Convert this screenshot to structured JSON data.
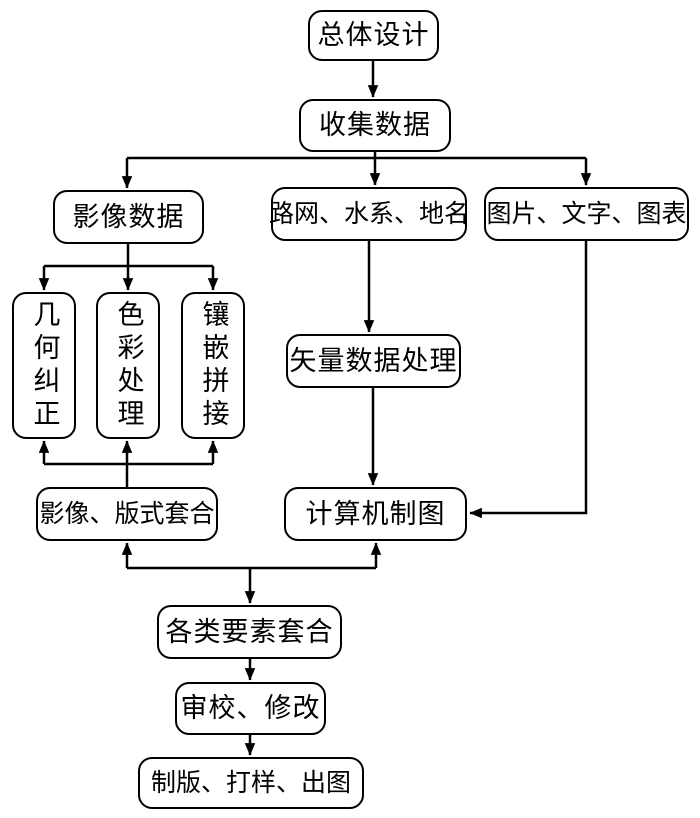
{
  "diagram": {
    "type": "flowchart",
    "background_color": "#ffffff",
    "line_color": "#000000",
    "box_fill": "#ffffff",
    "text_color": "#000000",
    "nodes": {
      "overall_design": {
        "label": "总体设计"
      },
      "collect_data": {
        "label": "收集数据"
      },
      "image_data": {
        "label": "影像数据"
      },
      "road_water_place": {
        "label": "路网、水系、地名"
      },
      "pic_text_chart": {
        "label": "图片、文字、图表"
      },
      "geometric_correction": {
        "label": "几何纠正"
      },
      "color_processing": {
        "label": "色彩处理"
      },
      "mosaic_stitching": {
        "label": "镶嵌拼接"
      },
      "vector_data_processing": {
        "label": "矢量数据处理"
      },
      "image_layout_overlay": {
        "label": "影像、版式套合"
      },
      "computer_mapping": {
        "label": "计算机制图"
      },
      "elements_overlay": {
        "label": "各类要素套合"
      },
      "review_modify": {
        "label": "审校、修改"
      },
      "plate_proof_output": {
        "label": "制版、打样、出图"
      }
    },
    "edges": [
      {
        "from": "overall_design",
        "to": "collect_data"
      },
      {
        "from": "collect_data",
        "to": "image_data"
      },
      {
        "from": "collect_data",
        "to": "road_water_place"
      },
      {
        "from": "collect_data",
        "to": "pic_text_chart"
      },
      {
        "from": "image_data",
        "to": "geometric_correction"
      },
      {
        "from": "image_data",
        "to": "color_processing"
      },
      {
        "from": "image_data",
        "to": "mosaic_stitching"
      },
      {
        "from": "image_layout_overlay",
        "to": "geometric_correction"
      },
      {
        "from": "image_layout_overlay",
        "to": "color_processing"
      },
      {
        "from": "image_layout_overlay",
        "to": "mosaic_stitching"
      },
      {
        "from": "road_water_place",
        "to": "vector_data_processing"
      },
      {
        "from": "vector_data_processing",
        "to": "computer_mapping"
      },
      {
        "from": "pic_text_chart",
        "to": "computer_mapping"
      },
      {
        "from": "junction",
        "to": "image_layout_overlay"
      },
      {
        "from": "junction",
        "to": "computer_mapping"
      },
      {
        "from": "junction",
        "to": "elements_overlay"
      },
      {
        "from": "elements_overlay",
        "to": "review_modify"
      },
      {
        "from": "review_modify",
        "to": "plate_proof_output"
      }
    ]
  }
}
